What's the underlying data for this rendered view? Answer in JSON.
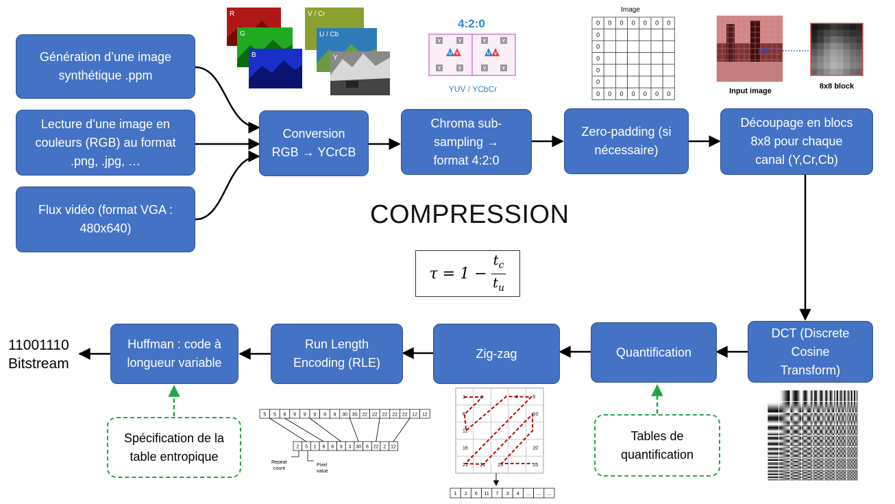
{
  "title": "COMPRESSION",
  "formula": {
    "lhs": "τ = 1 −",
    "numerator": "t",
    "numerator_sub": "c",
    "denominator": "t",
    "denominator_sub": "u"
  },
  "inputs": {
    "synthetic": "Génération d’une image\nsynthétique .ppm",
    "read": "Lecture d’une image en\ncouleurs (RGB) au format\n.png, .jpg, …",
    "video": "Flux vidéo (format VGA :\n480x640)"
  },
  "steps": {
    "conversion": "Conversion\nRGB → YCrCB",
    "chroma": "Chroma sub-\nsampling →\nformat 4:2:0",
    "zero_padding": "Zero-padding (si\nnécessaire)",
    "decoupage": "Découpage en blocs\n8x8 pour chaque\ncanal (Y,Cr,Cb)",
    "dct": "DCT (Discrete\nCosine\nTransform)",
    "quantification": "Quantification",
    "zigzag": "Zig-zag",
    "rle": "Run Length\nEncoding (RLE)",
    "huffman": "Huffman : code à\nlongueur variable"
  },
  "dashed": {
    "tables_quant": "Tables de\nquantification",
    "entropique": "Spécification de la\ntable entropique"
  },
  "output": {
    "bits": "11001110",
    "label": "Bitstream"
  },
  "img_channels": {
    "r": "R",
    "g": "G",
    "b": "B",
    "v": "V / Cr",
    "u": "U / Cb",
    "y": "Y"
  },
  "chroma_img": {
    "title": "4:2:0",
    "caption_yuv": "YUV",
    "caption_sep": " / ",
    "caption_ycbcr": "YCbCr",
    "cell_y": "Y",
    "cell_u": "U",
    "cell_v": "V"
  },
  "padding_img": {
    "title": "Image",
    "zero": "0"
  },
  "block_img": {
    "input_label": "Input image",
    "block_label": "8x8 block"
  },
  "rle_img": {
    "top_values": [
      "5",
      "5",
      "8",
      "9",
      "9",
      "9",
      "9",
      "9",
      "30",
      "30",
      "22",
      "22",
      "22",
      "22",
      "22",
      "12",
      "12"
    ],
    "bottom_values": [
      "2",
      "5",
      "1",
      "8",
      "6",
      "9",
      "3",
      "30",
      "6",
      "22",
      "2",
      "12"
    ],
    "repeat_label": "Repeat\ncount",
    "pixel_label": "Pixel\nvalue"
  },
  "zigzag_img": {
    "grid_numbers": [
      "1",
      "2",
      "4",
      "5",
      "6",
      "10",
      "11",
      "16",
      "20",
      "21",
      "22",
      "23",
      "25"
    ],
    "output_values": [
      "1",
      "2",
      "6",
      "11",
      "7",
      "3",
      "4",
      "…",
      "…",
      "…"
    ]
  },
  "colors": {
    "box": "#4472C4",
    "box_border": "#2F528F",
    "dashed": "#22A64A",
    "arrow": "#000000",
    "zig": "#C00000"
  }
}
